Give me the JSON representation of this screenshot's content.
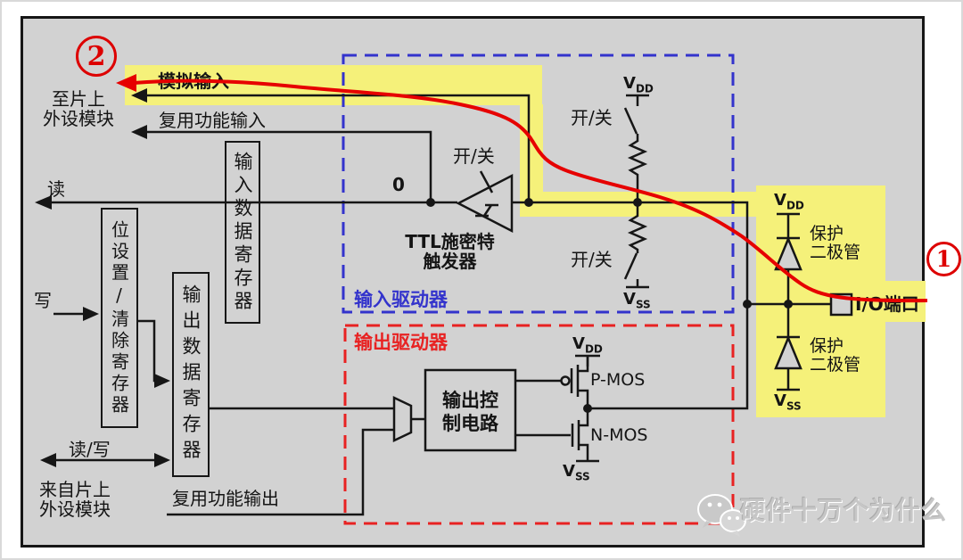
{
  "markers": {
    "one": "1",
    "two": "2"
  },
  "left": {
    "to_onchip_1": "至片上",
    "to_onchip_2": "外设模块",
    "analog_input": "模拟输入",
    "af_input": "复用功能输入",
    "read": "读",
    "write": "写",
    "read_write": "读/写",
    "from_onchip_1": "来自片上",
    "from_onchip_2": "外设模块",
    "af_output": "复用功能输出"
  },
  "registers": {
    "input_data": "输入数据寄存器",
    "bit_set_clear": "位设置/清除寄存器",
    "output_data": "输出数据寄存器"
  },
  "input_driver": {
    "label": "输入驱动器",
    "zero": "0",
    "on_off": "开/关",
    "schmitt_1": "TTL施密特",
    "schmitt_2": "触发器"
  },
  "output_driver": {
    "label": "输出驱动器",
    "control_1": "输出控",
    "control_2": "制电路",
    "pmos": "P-MOS",
    "nmos": "N-MOS"
  },
  "power": {
    "vdd": "V",
    "vdd_sub": "DD",
    "vss": "V",
    "vss_sub": "SS"
  },
  "io": {
    "protect_1": "保护",
    "protect_2": "二极管",
    "port": "I/O端口"
  },
  "watermark": "硬件十万个为什么",
  "colors": {
    "highlight": "#f5f17a",
    "input_driver_border": "#3333cc",
    "output_driver_border": "#e82222",
    "signal_trace": "#e60000",
    "diagram_background": "#d2d2d2"
  }
}
